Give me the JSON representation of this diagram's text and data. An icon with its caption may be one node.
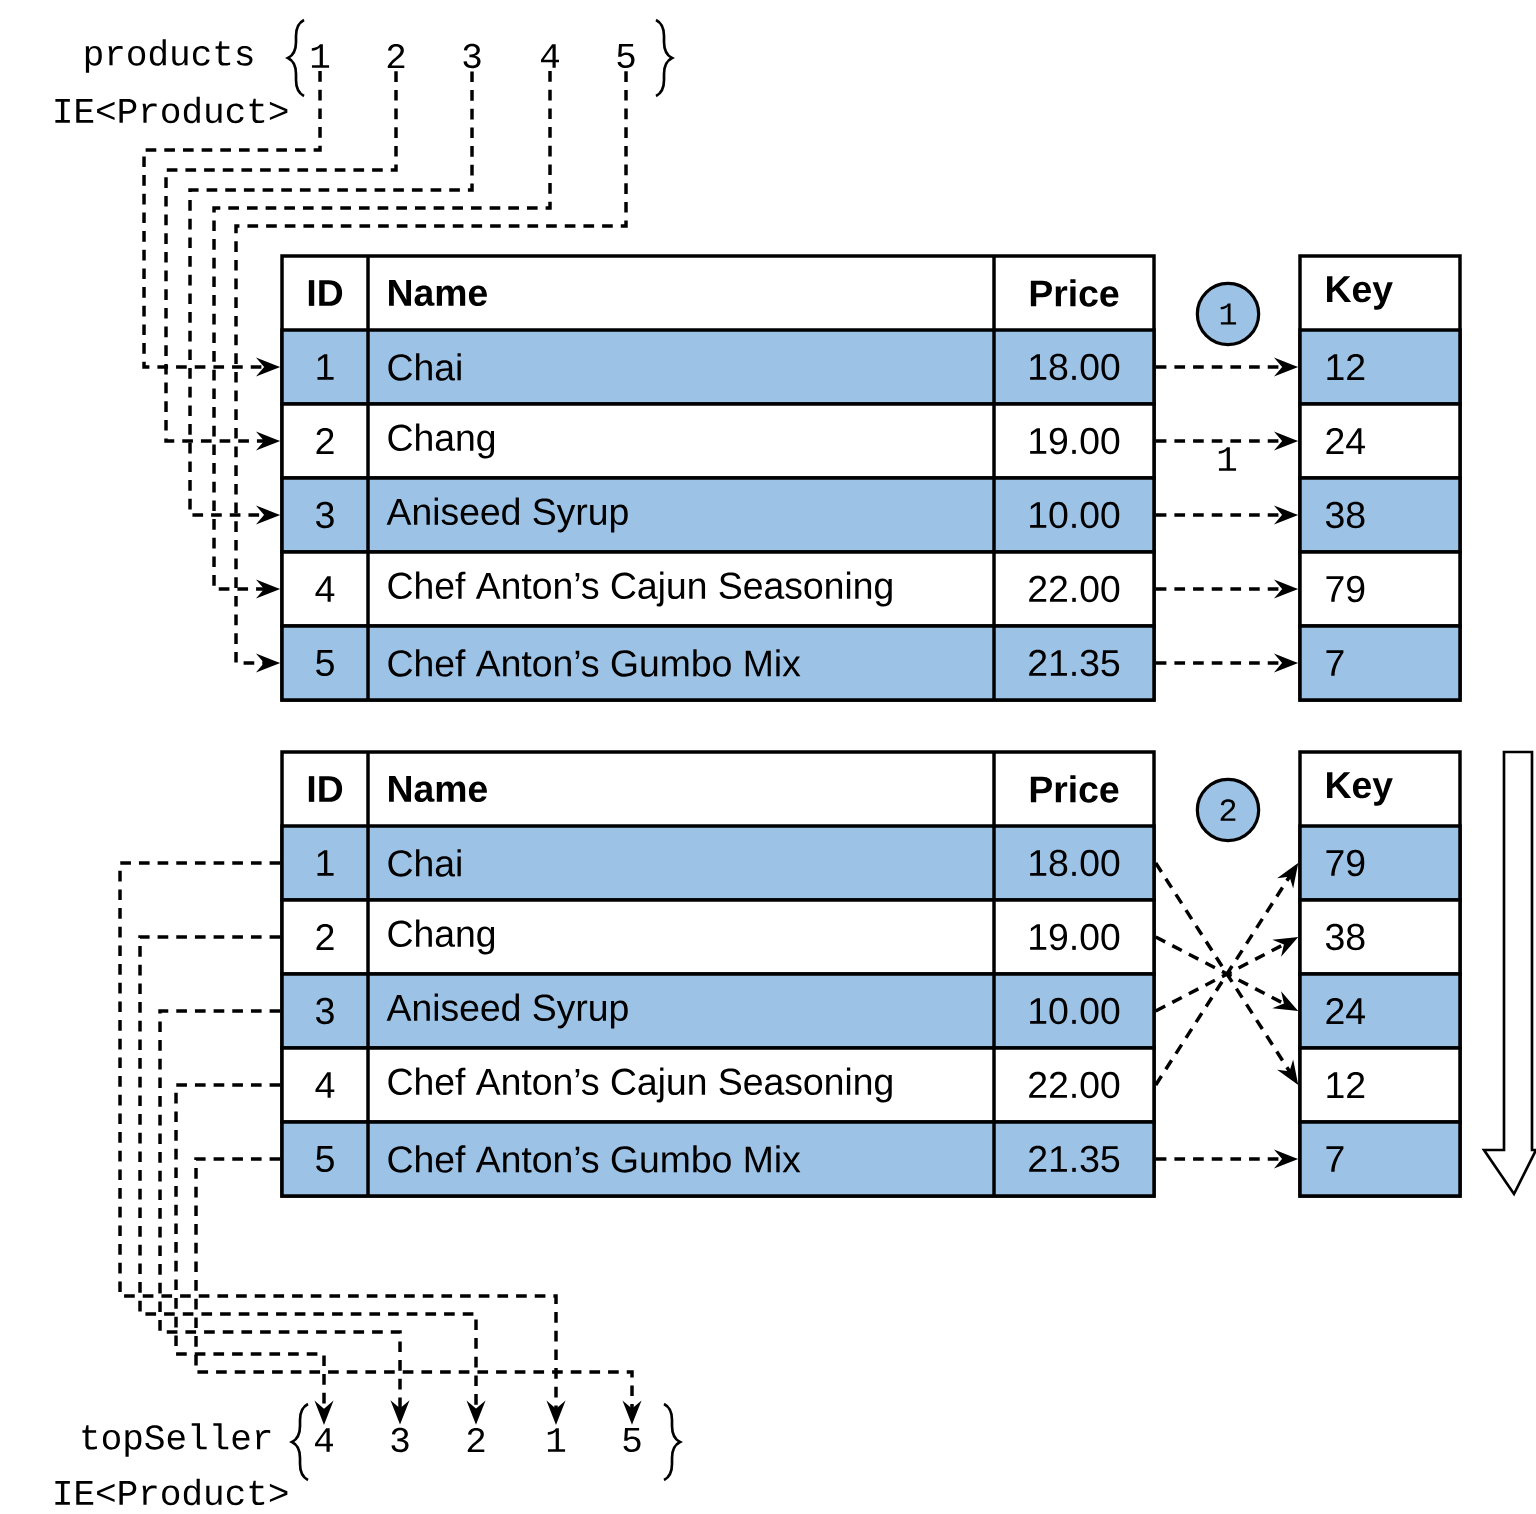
{
  "diagram": {
    "nodes": [
      {
        "text": [
          "1"
        ]
      },
      {
        "text": [
          "2"
        ]
      },
      {
        "text": [
          "3"
        ]
      },
      {
        "text": [
          "4"
        ]
      },
      {
        "text": [
          "5"
        ]
      },
      {
        "text": [
          "ID",
          "Name",
          "Price"
        ]
      },
      {
        "text": [
          "1",
          "Chai",
          "18.00"
        ],
        "in": 5
      },
      {
        "text": [
          "2",
          "Chang",
          "19.00"
        ],
        "in": 5
      },
      {
        "text": [
          "3",
          "Aniseed Syrup",
          "10.00"
        ],
        "in": 5
      },
      {
        "text": [
          "4",
          "Chef Anton’s Cajun Seasoning",
          "22.00"
        ],
        "in": 5
      },
      {
        "text": [
          "5",
          "Chef Anton’s Gumbo Mix",
          "21.35"
        ],
        "in": 5
      },
      {
        "text": [
          "Key"
        ]
      },
      {
        "text": [
          "12"
        ],
        "in": 11
      },
      {
        "text": [
          "24"
        ],
        "in": 11
      },
      {
        "text": [
          "38"
        ],
        "in": 11
      },
      {
        "text": [
          "79"
        ],
        "in": 11
      },
      {
        "text": [
          "7"
        ],
        "in": 11
      },
      {
        "text": [
          "1"
        ]
      },
      {
        "text": [
          "ID",
          "Name",
          "Price"
        ]
      },
      {
        "text": [
          "1",
          "Chai",
          "18.00"
        ],
        "in": 18
      },
      {
        "text": [
          "2",
          "Chang",
          "19.00"
        ],
        "in": 18
      },
      {
        "text": [
          "3",
          "Aniseed Syrup",
          "10.00"
        ],
        "in": 18
      },
      {
        "text": [
          "4",
          "Chef Anton’s Cajun Seasoning",
          "22.00"
        ],
        "in": 18
      },
      {
        "text": [
          "5",
          "Chef Anton’s Gumbo Mix",
          "21.35"
        ],
        "in": 18
      },
      {
        "text": [
          "Key"
        ]
      },
      {
        "text": [
          "79"
        ],
        "in": 24
      },
      {
        "text": [
          "38"
        ],
        "in": 24
      },
      {
        "text": [
          "24"
        ],
        "in": 24
      },
      {
        "text": [
          "12"
        ],
        "in": 24
      },
      {
        "text": [
          "7"
        ],
        "in": 24
      },
      {
        "text": [
          "2"
        ]
      },
      {
        "text": [
          "4"
        ]
      },
      {
        "text": [
          "3"
        ]
      },
      {
        "text": [
          "2"
        ]
      },
      {
        "text": [
          "1"
        ]
      },
      {
        "text": [
          "5"
        ]
      }
    ],
    "edges": [
      {
        "from": 0,
        "to": 6,
        "arrow": "to"
      },
      {
        "from": 1,
        "to": 7,
        "arrow": "to"
      },
      {
        "from": 2,
        "to": 8,
        "arrow": "to"
      },
      {
        "from": 3,
        "to": 9,
        "arrow": "to"
      },
      {
        "from": 4,
        "to": 10,
        "arrow": "to"
      },
      {
        "from": 6,
        "to": 12,
        "arrow": "to"
      },
      {
        "from": 7,
        "to": 13,
        "arrow": "to",
        "label": "1"
      },
      {
        "from": 8,
        "to": 14,
        "arrow": "to"
      },
      {
        "from": 9,
        "to": 15,
        "arrow": "to"
      },
      {
        "from": 10,
        "to": 16,
        "arrow": "to"
      },
      {
        "from": 19,
        "to": 28,
        "arrow": "to"
      },
      {
        "from": 20,
        "to": 27,
        "arrow": "to"
      },
      {
        "from": 21,
        "to": 26,
        "arrow": "to"
      },
      {
        "from": 22,
        "to": 25,
        "arrow": "to"
      },
      {
        "from": 23,
        "to": 29,
        "arrow": "to"
      },
      {
        "from": 19,
        "to": 34,
        "arrow": "to"
      },
      {
        "from": 20,
        "to": 33,
        "arrow": "to"
      },
      {
        "from": 21,
        "to": 32,
        "arrow": "to"
      },
      {
        "from": 22,
        "to": 31,
        "arrow": "to"
      },
      {
        "from": 23,
        "to": 35,
        "arrow": "to"
      }
    ],
    "labels": [
      "products",
      "IE<Product>",
      "topSeller",
      "IE<Product>"
    ]
  }
}
